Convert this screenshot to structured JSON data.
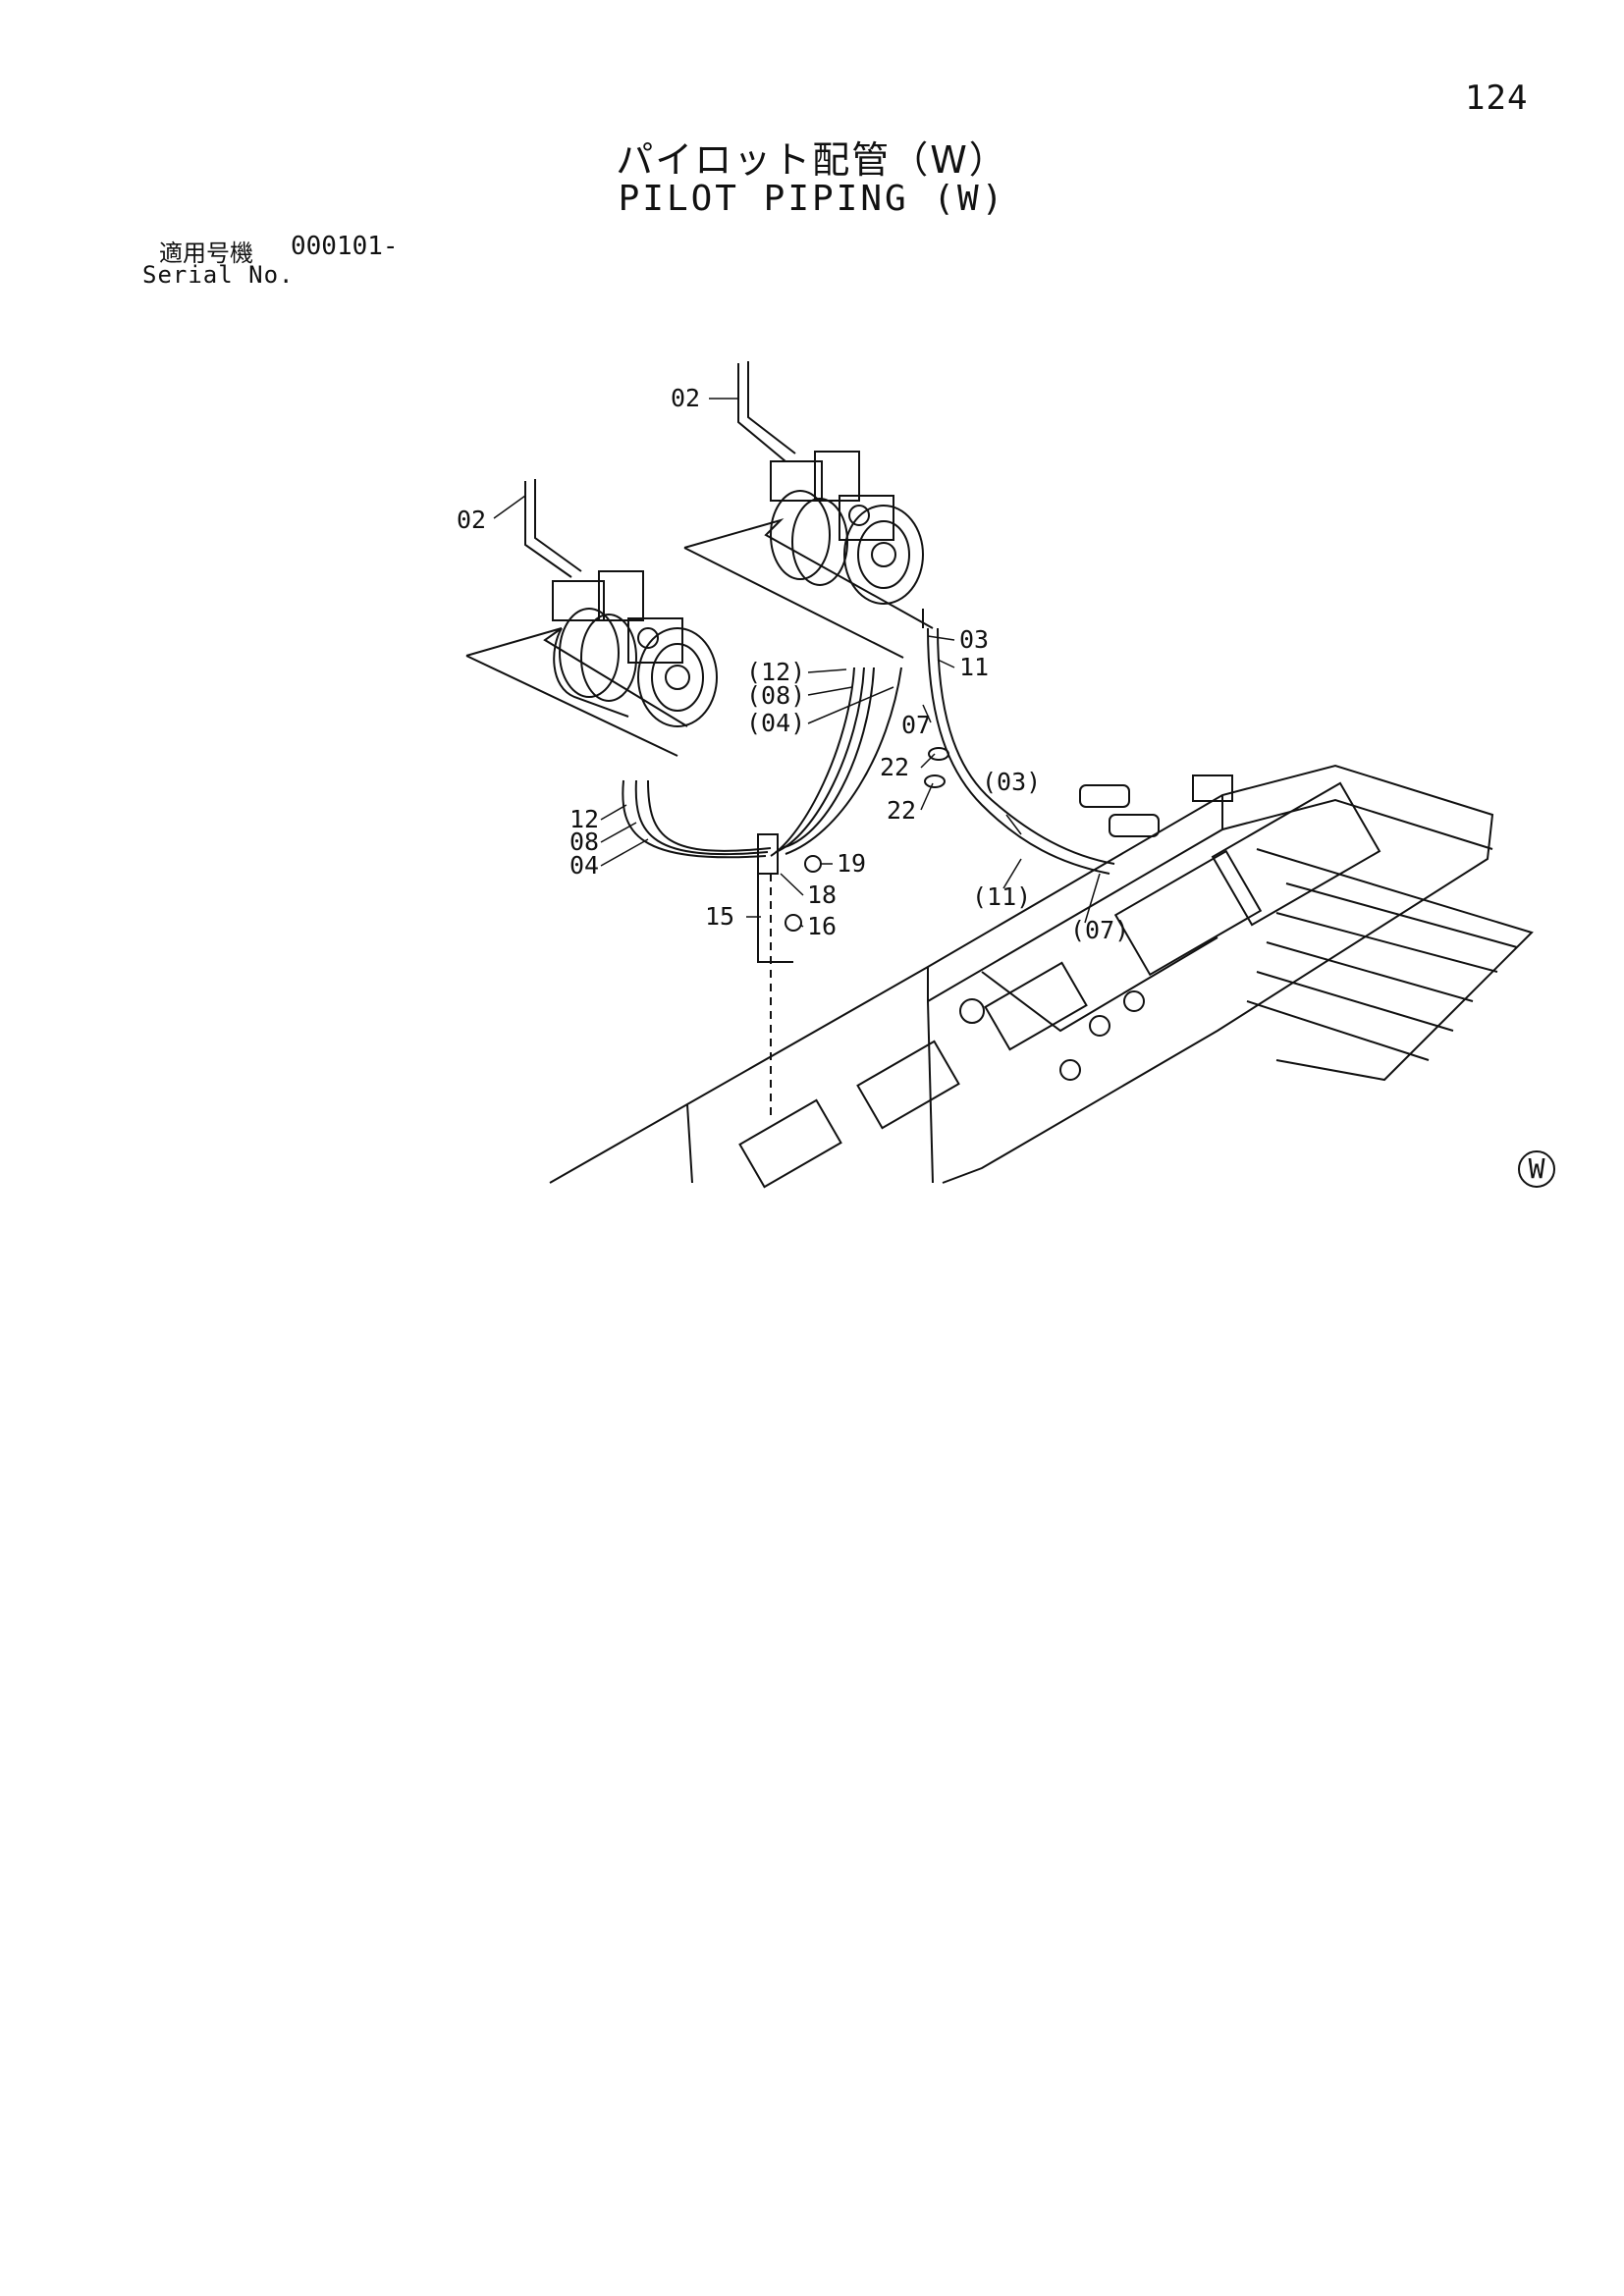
{
  "page_number": "124",
  "title_jp": "パイロット配管（W）",
  "title_en": "PILOT PIPING (W)",
  "serial_label_jp": "適用号機",
  "serial_value": "000101-",
  "serial_label_en": "Serial No.",
  "corner_mark": "W",
  "callouts": {
    "c02a": "02",
    "c02b": "02",
    "c03": "03",
    "c11": "11",
    "c12p": "(12)",
    "c08p": "(08)",
    "c04p": "(04)",
    "c07": "07",
    "c22a": "22",
    "c22b": "22",
    "c03p": "(03)",
    "c12": "12",
    "c08": "08",
    "c04": "04",
    "c19": "19",
    "c18": "18",
    "c15": "15",
    "c16": "16",
    "c11p": "(11)",
    "c07p": "(07)"
  }
}
